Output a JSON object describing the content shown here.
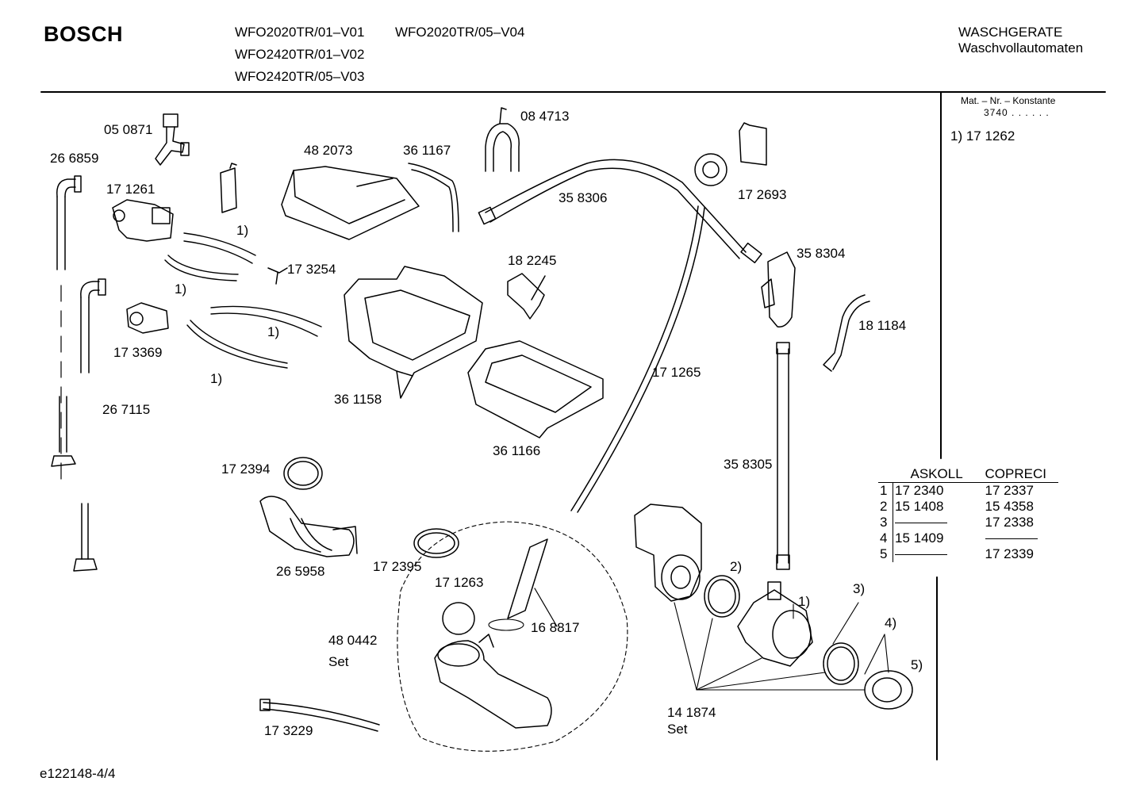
{
  "header": {
    "brand": "BOSCH",
    "models": [
      "WFO2020TR/01–V01",
      "WFO2020TR/05–V04",
      "WFO2420TR/01–V02",
      "WFO2420TR/05–V03"
    ],
    "category_line1": "WASCHGERATE",
    "category_line2": "Waschvollautomaten"
  },
  "sidebar": {
    "mat_label": "Mat. – Nr. – Konstante",
    "mat_value": "3740 . . . . . .",
    "note": "1)  17 1262"
  },
  "parts_table": {
    "headers": [
      "ASKOLL",
      "COPRECI"
    ],
    "rows": [
      {
        "idx": "1",
        "askoll": "17 2340",
        "copreci": "17 2337"
      },
      {
        "idx": "2",
        "askoll": "15 1408",
        "copreci": "15 4358"
      },
      {
        "idx": "3",
        "askoll": "",
        "copreci": "17 2338"
      },
      {
        "idx": "4",
        "askoll": "15 1409",
        "copreci": ""
      },
      {
        "idx": "5",
        "askoll": "",
        "copreci": "17 2339"
      }
    ]
  },
  "labels": {
    "p050871": "05 0871",
    "p266859": "26 6859",
    "p171261": "17 1261",
    "p482073": "48 2073",
    "p361167": "36 1167",
    "p084713": "08 4713",
    "p358306": "35 8306",
    "p172693": "17 2693",
    "p358304": "35 8304",
    "p173254": "17 3254",
    "p182245": "18 2245",
    "p181184": "18 1184",
    "p173369": "17 3369",
    "p267115": "26 7115",
    "p361158": "36 1158",
    "p171265": "17 1265",
    "p361166": "36 1166",
    "p358305": "35 8305",
    "p172394": "17 2394",
    "p265958": "26 5958",
    "p172395": "17 2395",
    "p171263": "17 1263",
    "p168817": "16 8817",
    "p480442": "48 0442",
    "p480442set": "Set",
    "p173229": "17 3229",
    "p141874": "14 1874",
    "p141874set": "Set",
    "n1a": "1)",
    "n1b": "1)",
    "n1c": "1)",
    "n1d": "1)",
    "n1e": "1)",
    "n2": "2)",
    "n3": "3)",
    "n4": "4)",
    "n5": "5)"
  },
  "footer": {
    "code": "e122148-4/4"
  }
}
